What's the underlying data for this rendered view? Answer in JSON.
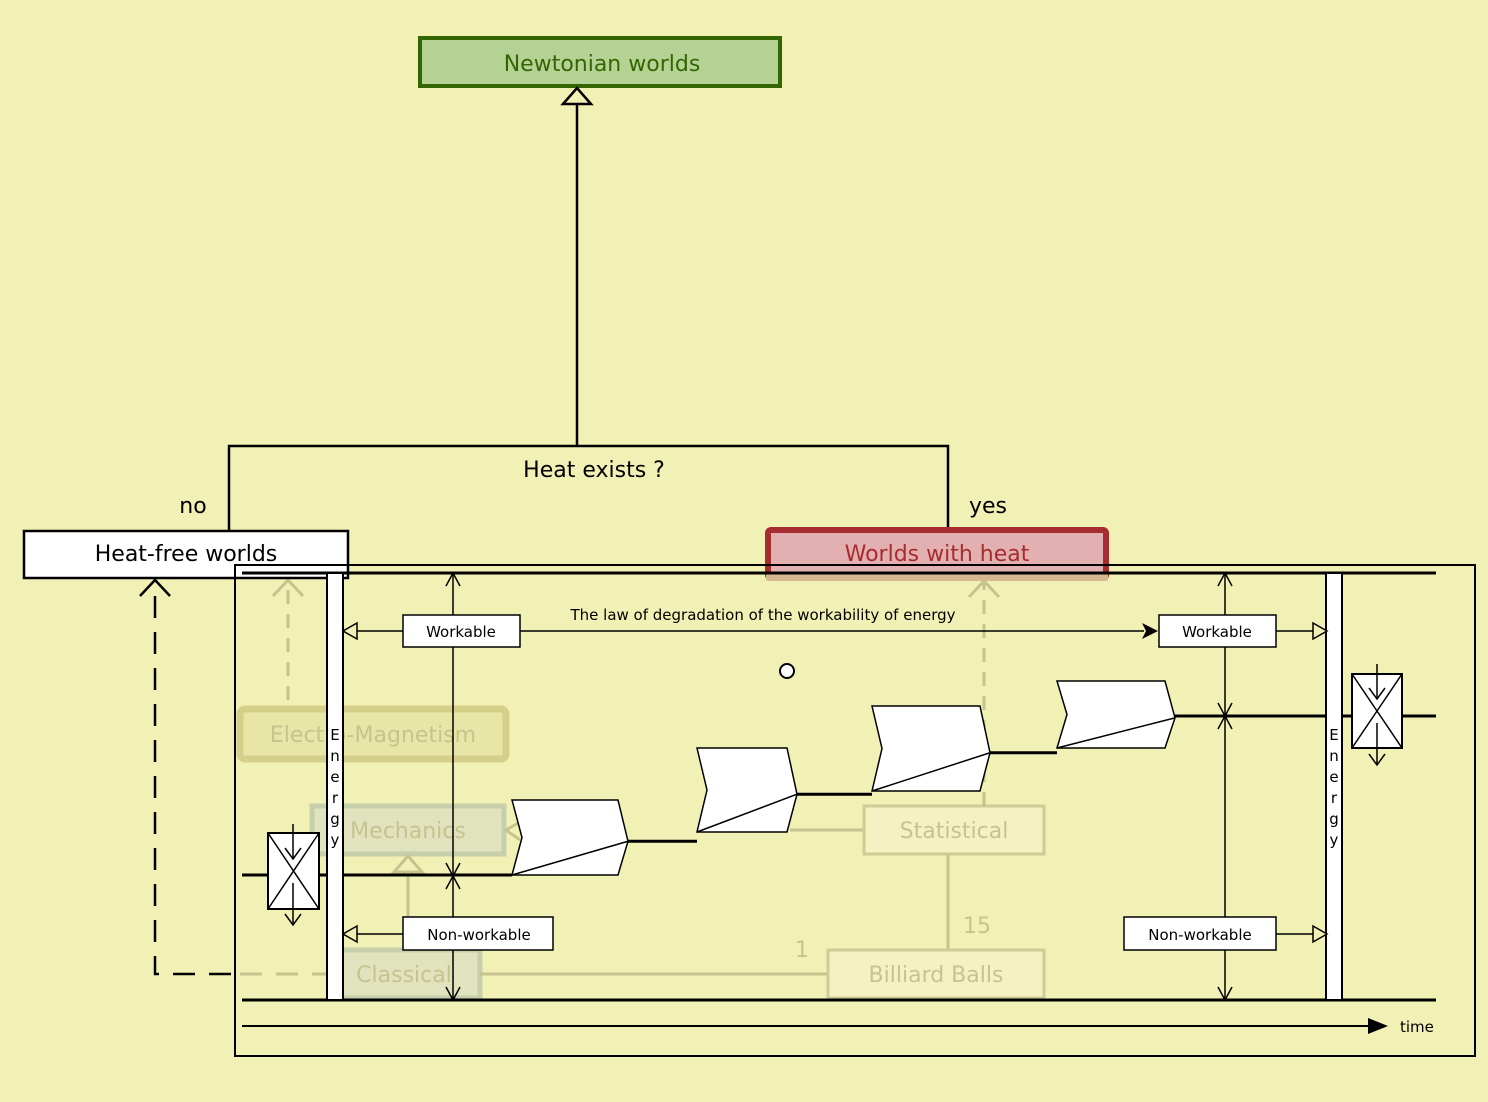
{
  "colors": {
    "background": "#f2f1b5",
    "root_fill": "#b5d295",
    "root_stroke": "#336600",
    "root_text": "#336600",
    "heat_fill": "#e2b0b0",
    "heat_stroke": "#a72c2f",
    "heat_text": "#a72c2f",
    "ghost": "#c6c38f",
    "line": "#000000"
  },
  "tree": {
    "root": "Newtonian worlds",
    "question": "Heat exists ?",
    "no_label": "no",
    "yes_label": "yes",
    "left_child": "Heat-free worlds",
    "right_child": "Worlds with heat"
  },
  "background_taxonomy": {
    "electro_magnetism": "Electro-Magnetism",
    "mechanics": "Mechanics",
    "classical": "Classical",
    "statistical": "Statistical",
    "billiard_balls": "Billiard Balls",
    "multiplicity_1": "1",
    "multiplicity_15": "15"
  },
  "energy_panel": {
    "law_title": "The law of degradation of the workability of energy",
    "workable_left": "Workable",
    "workable_right": "Workable",
    "nonworkable_left": "Non-workable",
    "nonworkable_right": "Non-workable",
    "energy_left_letters": [
      "E",
      "n",
      "e",
      "r",
      "g",
      "y"
    ],
    "energy_right_letters": [
      "E",
      "n",
      "e",
      "r",
      "g",
      "y"
    ],
    "time_label": "time",
    "process_steps": 4
  }
}
